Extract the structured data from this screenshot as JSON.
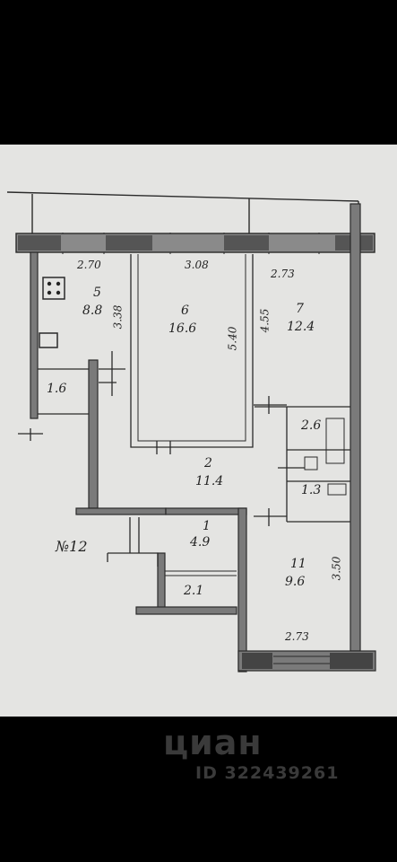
{
  "rooms": [
    {
      "id": "5",
      "num": "5",
      "area": "8.8"
    },
    {
      "id": "6",
      "num": "6",
      "area": "16.6"
    },
    {
      "id": "7",
      "num": "7",
      "area": "12.4"
    },
    {
      "id": "2",
      "num": "2",
      "area": "11.4"
    },
    {
      "id": "1",
      "num": "1",
      "area": "4.9"
    },
    {
      "id": "11",
      "num": "11",
      "area": "9.6"
    }
  ],
  "small_areas": {
    "storage": "1.6",
    "bath": "2.6",
    "toilet": "1.3",
    "closet": "2.1"
  },
  "dimensions": {
    "r5_width": "2.70",
    "r6_width": "3.08",
    "r7_width": "2.73",
    "r11_width": "2.73",
    "r5_depth": "3.38",
    "r6_depth": "5.40",
    "r7_depth": "4.55",
    "r11_depth": "3.50"
  },
  "apartment_no": "№12",
  "watermark": {
    "logo": "циан",
    "listing_id": "ID 322439261"
  },
  "colors": {
    "paper": "#e4e4e2",
    "wall": "#5a5a5a",
    "line": "#2a2a2a"
  }
}
